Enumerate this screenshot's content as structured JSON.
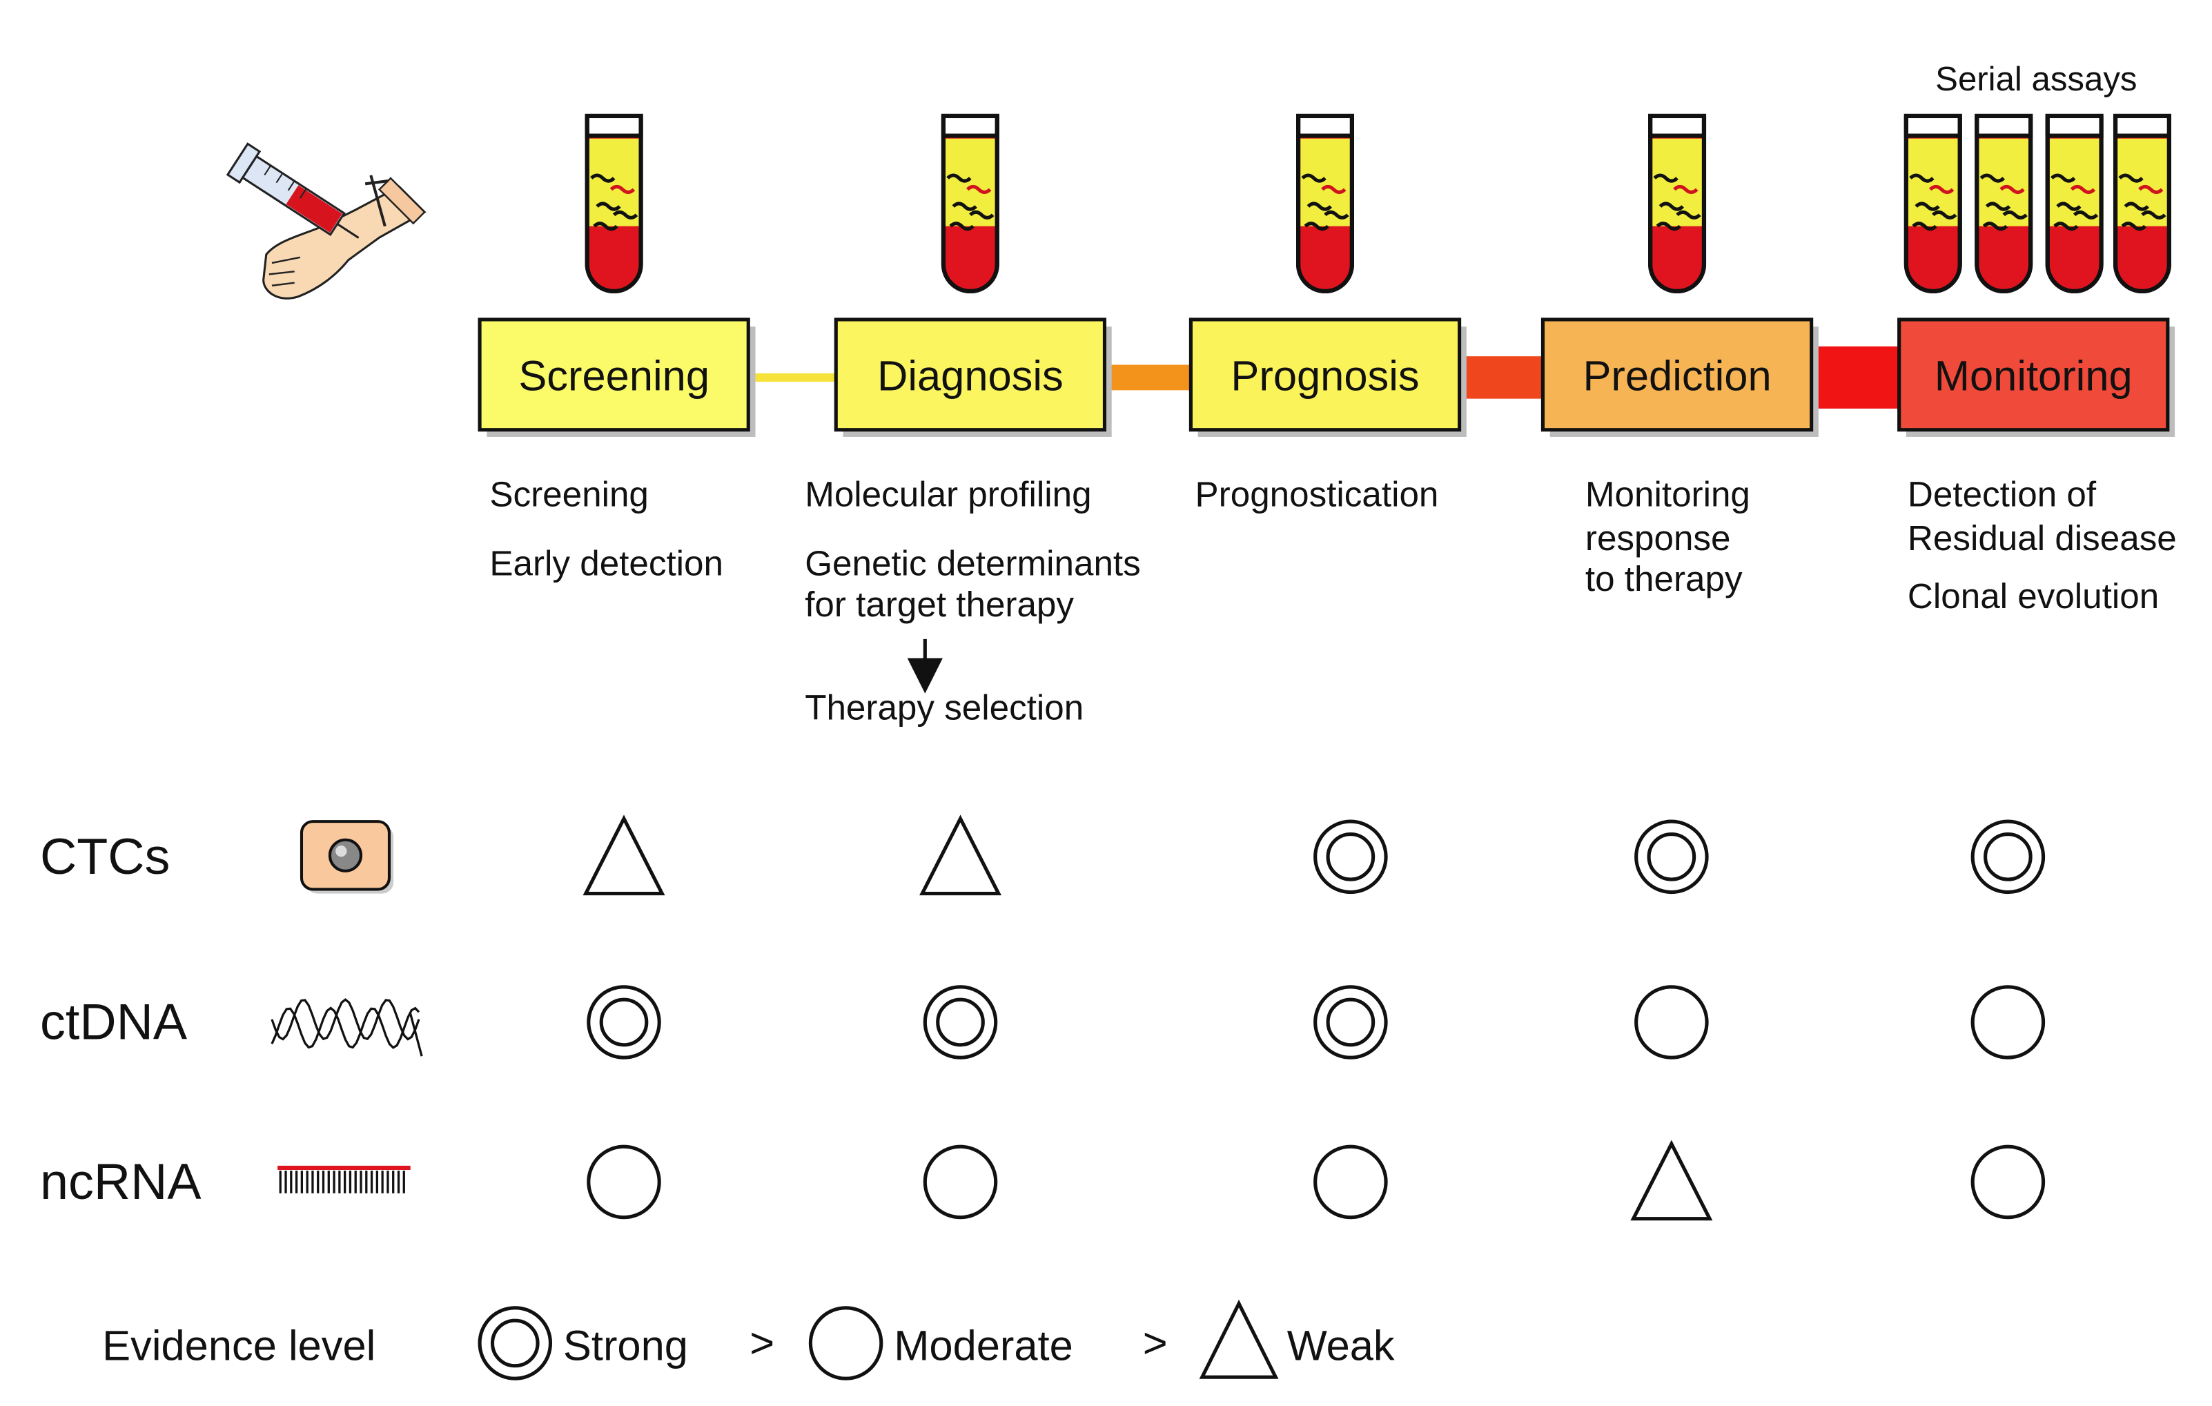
{
  "serial_label": "Serial assays",
  "colors": {
    "stage_fills": [
      "#fbfb6a",
      "#fbf560",
      "#fbf35a",
      "#f6b454",
      "#f04a3a"
    ],
    "connectors": [
      "#f7e23a",
      "#f4931c",
      "#f0461e",
      "#f01414"
    ],
    "blood": "#e0141e",
    "serum": "#f2ee40"
  },
  "stages": [
    {
      "id": "screening",
      "label": "Screening",
      "notes": [
        "Screening",
        "Early detection"
      ]
    },
    {
      "id": "diagnosis",
      "label": "Diagnosis",
      "notes": [
        "Molecular profiling",
        "Genetic determinants",
        "for target therapy",
        "Therapy selection"
      ]
    },
    {
      "id": "prognosis",
      "label": "Prognosis",
      "notes": [
        "Prognostication"
      ]
    },
    {
      "id": "prediction",
      "label": "Prediction",
      "notes": [
        "Monitoring",
        "response",
        "to therapy"
      ]
    },
    {
      "id": "monitoring",
      "label": "Monitoring",
      "notes": [
        "Detection of",
        "Residual disease",
        "Clonal evolution"
      ]
    }
  ],
  "rows": [
    {
      "label": "CTCs",
      "icon": "cell-icon",
      "levels": [
        "weak",
        "weak",
        "strong",
        "strong",
        "strong"
      ]
    },
    {
      "label": "ctDNA",
      "icon": "dna-icon",
      "levels": [
        "strong",
        "strong",
        "strong",
        "moderate",
        "moderate"
      ]
    },
    {
      "label": "ncRNA",
      "icon": "rna-comb-icon",
      "levels": [
        "moderate",
        "moderate",
        "moderate",
        "weak",
        "moderate"
      ]
    }
  ],
  "legend": {
    "title": "Evidence level",
    "strong": "Strong",
    "moderate": "Moderate",
    "weak": "Weak",
    "separator": ">"
  }
}
